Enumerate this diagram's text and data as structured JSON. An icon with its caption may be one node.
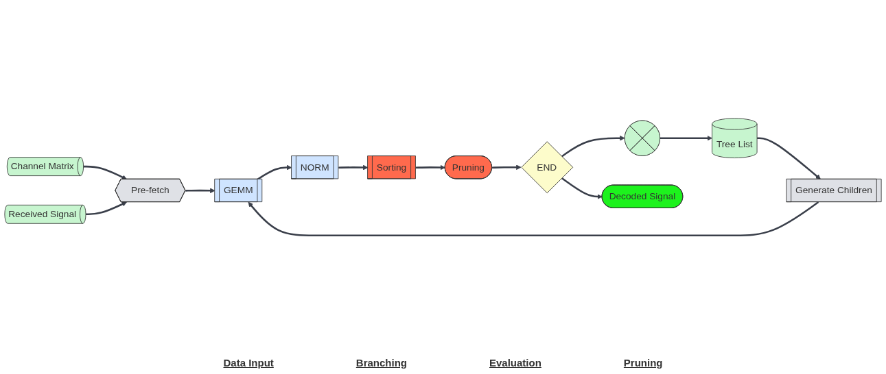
{
  "diagram": {
    "nodes": [
      {
        "text": [
          "Channel Matrix"
        ]
      },
      {
        "text": [
          "Received Signal"
        ]
      },
      {
        "text": [
          "Tree List"
        ]
      },
      {
        "text": [],
        "shape": "circle"
      },
      {
        "text": [
          "Pre-fetch"
        ]
      },
      {
        "text": [
          "Generate Children"
        ]
      },
      {
        "text": [
          "GEMM"
        ]
      },
      {
        "text": [
          "NORM"
        ]
      },
      {
        "text": [
          "Sorting"
        ]
      },
      {
        "text": [
          "Pruning"
        ]
      },
      {
        "text": [
          "END"
        ]
      },
      {
        "text": [
          "Decoded Signal"
        ]
      }
    ],
    "edges": [
      {
        "from": 0,
        "to": 4,
        "arrow": "to"
      },
      {
        "from": 1,
        "to": 4,
        "arrow": "to"
      },
      {
        "from": 2,
        "to": 5,
        "arrow": "to"
      },
      {
        "from": 4,
        "to": 6,
        "arrow": "to"
      },
      {
        "from": 5,
        "to": 6,
        "arrow": "to"
      },
      {
        "from": 6,
        "to": 7,
        "arrow": "to"
      },
      {
        "from": 7,
        "to": 8,
        "arrow": "to"
      },
      {
        "from": 8,
        "to": 9,
        "arrow": "to"
      },
      {
        "from": 9,
        "to": 10,
        "arrow": "to"
      },
      {
        "from": 10,
        "to": 11,
        "arrow": "to"
      },
      {
        "from": 10,
        "to": 3,
        "arrow": "to"
      },
      {
        "from": 3,
        "to": 2,
        "arrow": "to"
      }
    ],
    "labels": [
      "Data Input",
      "Branching",
      "Evaluation",
      "Pruning"
    ]
  }
}
